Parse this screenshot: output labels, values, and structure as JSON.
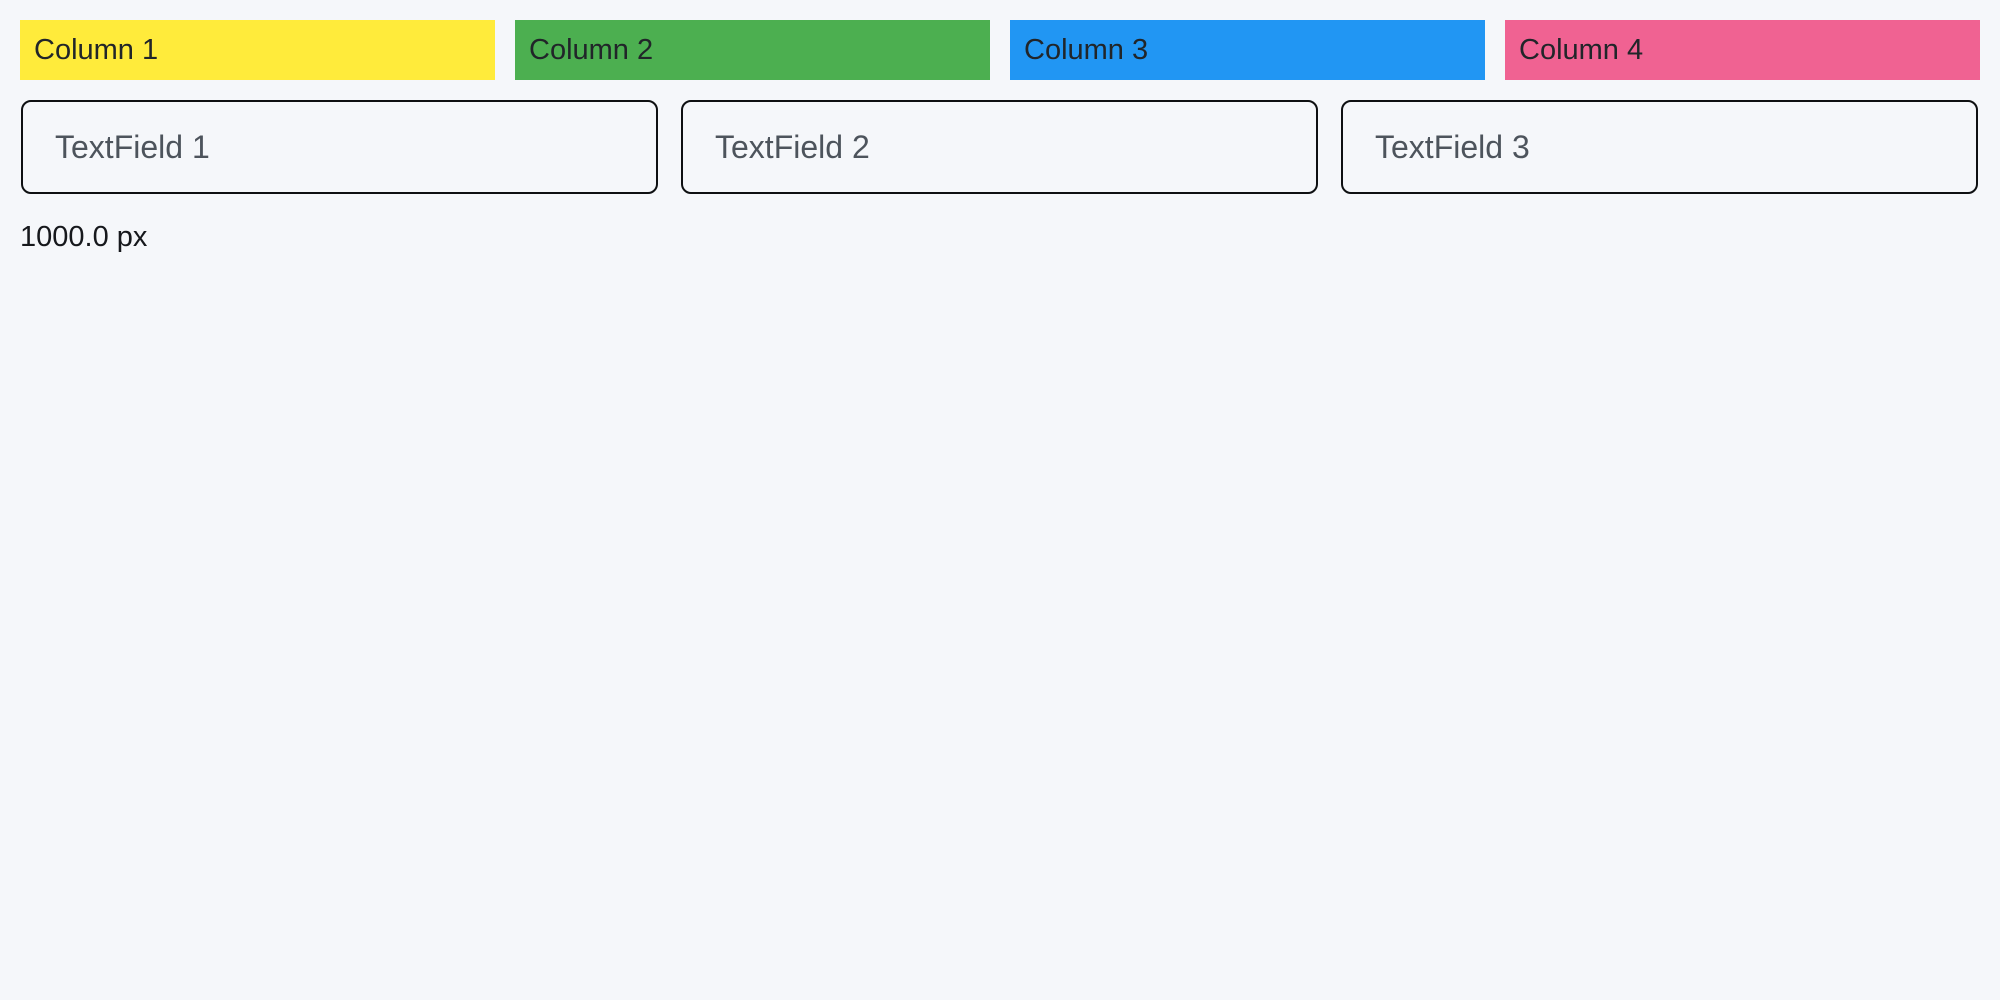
{
  "page": {
    "background": "#f5f7fa",
    "width_label": "1000.0 px"
  },
  "columns": [
    {
      "label": "Column 1",
      "color": "#ffeb3b"
    },
    {
      "label": "Column 2",
      "color": "#4caf50"
    },
    {
      "label": "Column 3",
      "color": "#2196f3"
    },
    {
      "label": "Column 4",
      "color": "#f06292"
    }
  ],
  "textfields": [
    {
      "placeholder": "TextField 1"
    },
    {
      "placeholder": "TextField 2"
    },
    {
      "placeholder": "TextField 3"
    }
  ]
}
